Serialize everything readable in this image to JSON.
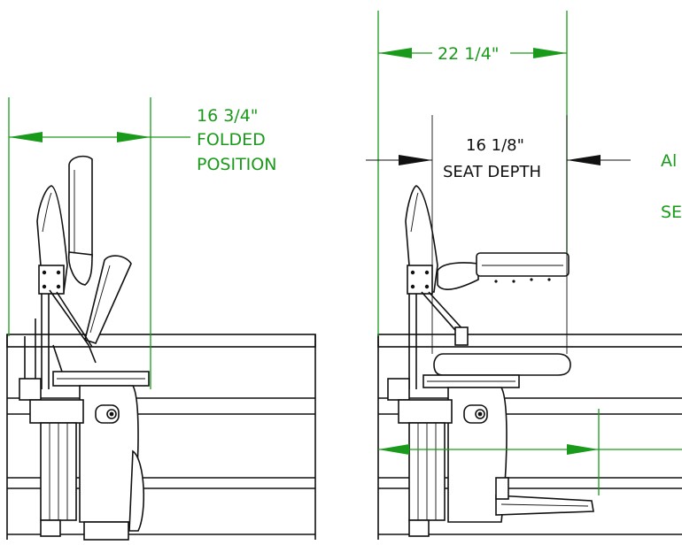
{
  "drawing": {
    "folded": {
      "dimension": "16 3/4\"",
      "label_line1": "FOLDED",
      "label_line2": "POSITION"
    },
    "overall": {
      "dimension": "22 1/4\""
    },
    "seat": {
      "dimension": "16 1/8\"",
      "label": "SEAT DEPTH"
    },
    "cut_off_label": {
      "line1": "Al",
      "line2": "SE"
    }
  },
  "colors": {
    "dimension_green": "#1a9a1a",
    "outline_black": "#111111"
  }
}
